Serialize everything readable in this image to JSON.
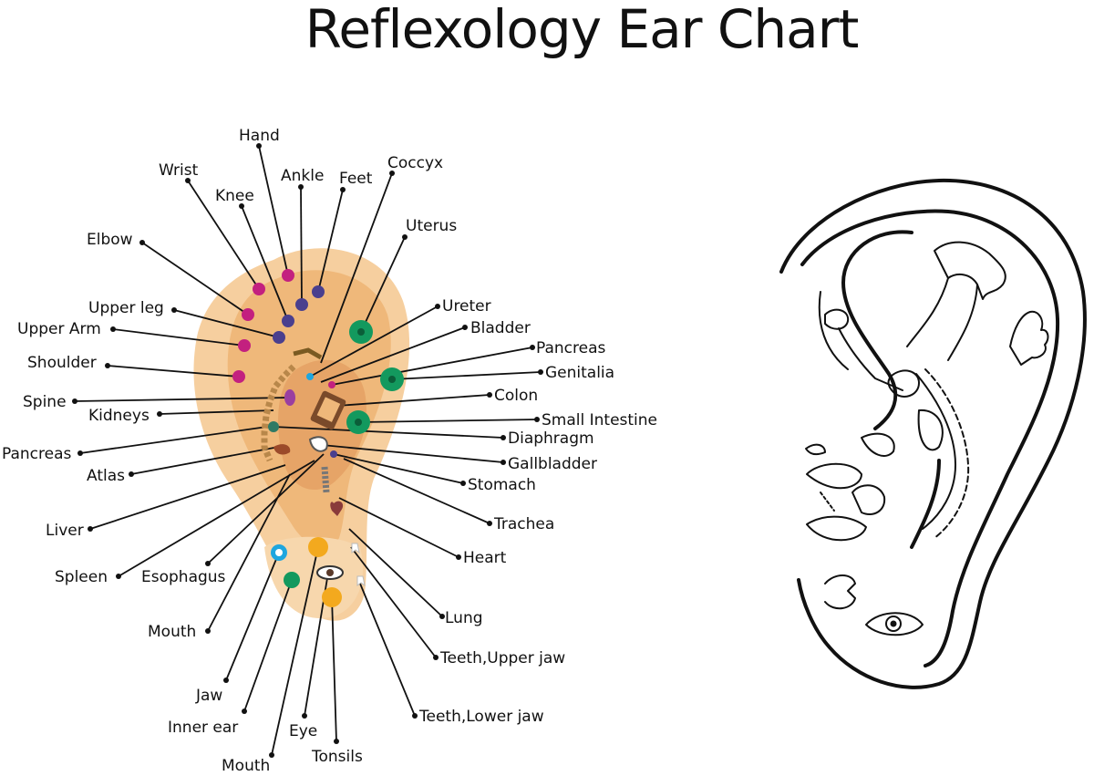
{
  "title": "Reflexology Ear Chart",
  "colors": {
    "ear_outer": "#f6cf9f",
    "ear_inner": "#efb87a",
    "magenta_point": "#c3207f",
    "purple_point": "#4a3f8e",
    "green_point": "#13995e",
    "cyan_point": "#1ea6df",
    "orange_point": "#f3a91e"
  },
  "labels": {
    "hand": "Hand",
    "wrist": "Wrist",
    "knee": "Knee",
    "ankle": "Ankle",
    "feet": "Feet",
    "coccyx": "Coccyx",
    "uterus": "Uterus",
    "elbow": "Elbow",
    "upper_leg": "Upper leg",
    "upper_arm": "Upper Arm",
    "shoulder": "Shoulder",
    "spine": "Spine",
    "kidneys": "Kidneys",
    "pancreas_left": "Pancreas",
    "atlas": "Atlas",
    "liver": "Liver",
    "spleen": "Spleen",
    "esophagus": "Esophagus",
    "mouth_upper": "Mouth",
    "jaw": "Jaw",
    "inner_ear": "Inner ear",
    "mouth_lower": "Mouth",
    "eye": "Eye",
    "tonsils": "Tonsils",
    "ureter": "Ureter",
    "bladder": "Bladder",
    "pancreas_right": "Pancreas",
    "genitalia": "Genitalia",
    "colon": "Colon",
    "small_intestine": "Small Intestine",
    "diaphragm": "Diaphragm",
    "gallbladder": "Gallbladder",
    "stomach": "Stomach",
    "trachea": "Trachea",
    "heart": "Heart",
    "lung": "Lung",
    "teeth_upper_jaw": "Teeth,Upper jaw",
    "teeth_lower_jaw": "Teeth,Lower jaw"
  }
}
